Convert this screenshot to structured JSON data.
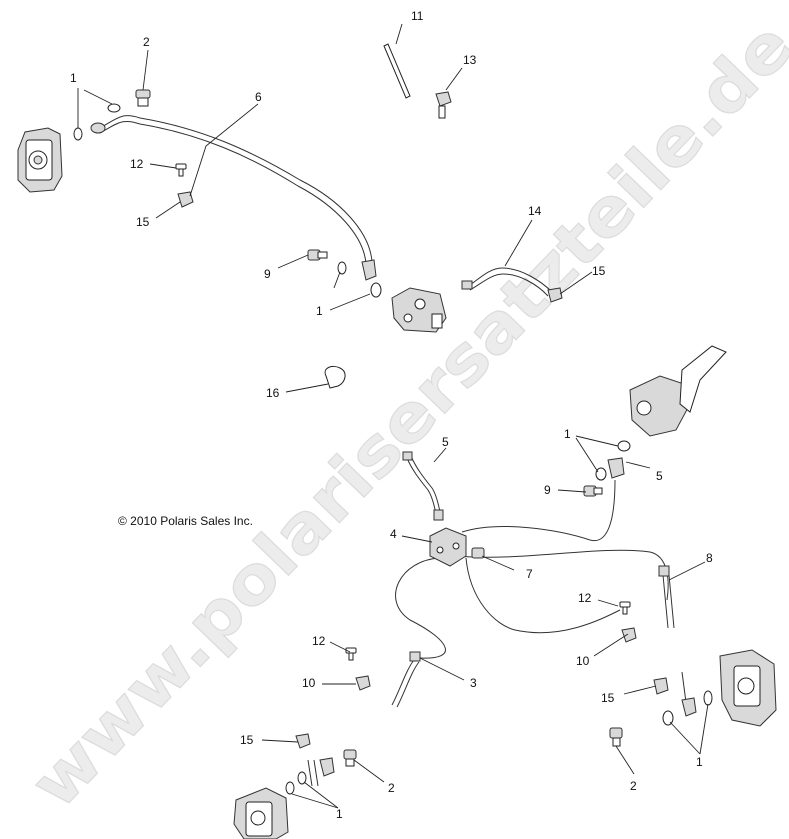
{
  "copyright": "© 2010  Polaris Sales Inc.",
  "watermark": "www.polarisersatzteile.de",
  "callouts": [
    {
      "id": "c1a",
      "text": "1"
    },
    {
      "id": "c2a",
      "text": "2"
    },
    {
      "id": "c6",
      "text": "6"
    },
    {
      "id": "c11",
      "text": "11"
    },
    {
      "id": "c13",
      "text": "13"
    },
    {
      "id": "c12a",
      "text": "12"
    },
    {
      "id": "c15a",
      "text": "15"
    },
    {
      "id": "c14",
      "text": "14"
    },
    {
      "id": "c9a",
      "text": "9"
    },
    {
      "id": "c15b",
      "text": "15"
    },
    {
      "id": "c1b",
      "text": "1"
    },
    {
      "id": "c16",
      "text": "16"
    },
    {
      "id": "c5a",
      "text": "5"
    },
    {
      "id": "c1c",
      "text": "1"
    },
    {
      "id": "c5b",
      "text": "5"
    },
    {
      "id": "c9b",
      "text": "9"
    },
    {
      "id": "c4",
      "text": "4"
    },
    {
      "id": "c7",
      "text": "7"
    },
    {
      "id": "c8",
      "text": "8"
    },
    {
      "id": "c12b",
      "text": "12"
    },
    {
      "id": "c12c",
      "text": "12"
    },
    {
      "id": "c10a",
      "text": "10"
    },
    {
      "id": "c3",
      "text": "3"
    },
    {
      "id": "c10b",
      "text": "10"
    },
    {
      "id": "c15c",
      "text": "15"
    },
    {
      "id": "c15d",
      "text": "15"
    },
    {
      "id": "c2b",
      "text": "2"
    },
    {
      "id": "c1d",
      "text": "1"
    },
    {
      "id": "c2c",
      "text": "2"
    },
    {
      "id": "c1e",
      "text": "1"
    }
  ]
}
